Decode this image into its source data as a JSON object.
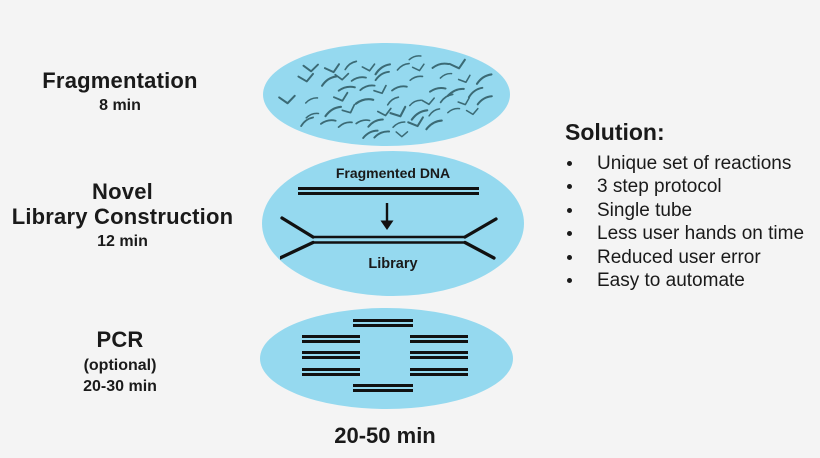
{
  "colors": {
    "background": "#f4f4f4",
    "ellipse_fill": "#95d9ef",
    "fragment_stroke": "#3b6a75",
    "strand": "#111111",
    "ink": "#1a1a1a"
  },
  "steps": [
    {
      "id": "fragmentation",
      "title": "Fragmentation",
      "time": "8 min"
    },
    {
      "id": "library-construction",
      "title_lines": [
        "Novel",
        "Library Construction"
      ],
      "time": "12 min"
    },
    {
      "id": "pcr",
      "title": "PCR",
      "note": "(optional)",
      "time": "20-30 min"
    }
  ],
  "diagram": {
    "fragmented_dna_label": "Fragmented DNA",
    "library_label": "Library",
    "total_time": "20-50 min"
  },
  "solution": {
    "heading": "Solution:",
    "bullets": [
      "Unique set of reactions",
      "3 step protocol",
      "Single tube",
      "Less user hands on time",
      "Reduced user error",
      "Easy to automate"
    ]
  }
}
